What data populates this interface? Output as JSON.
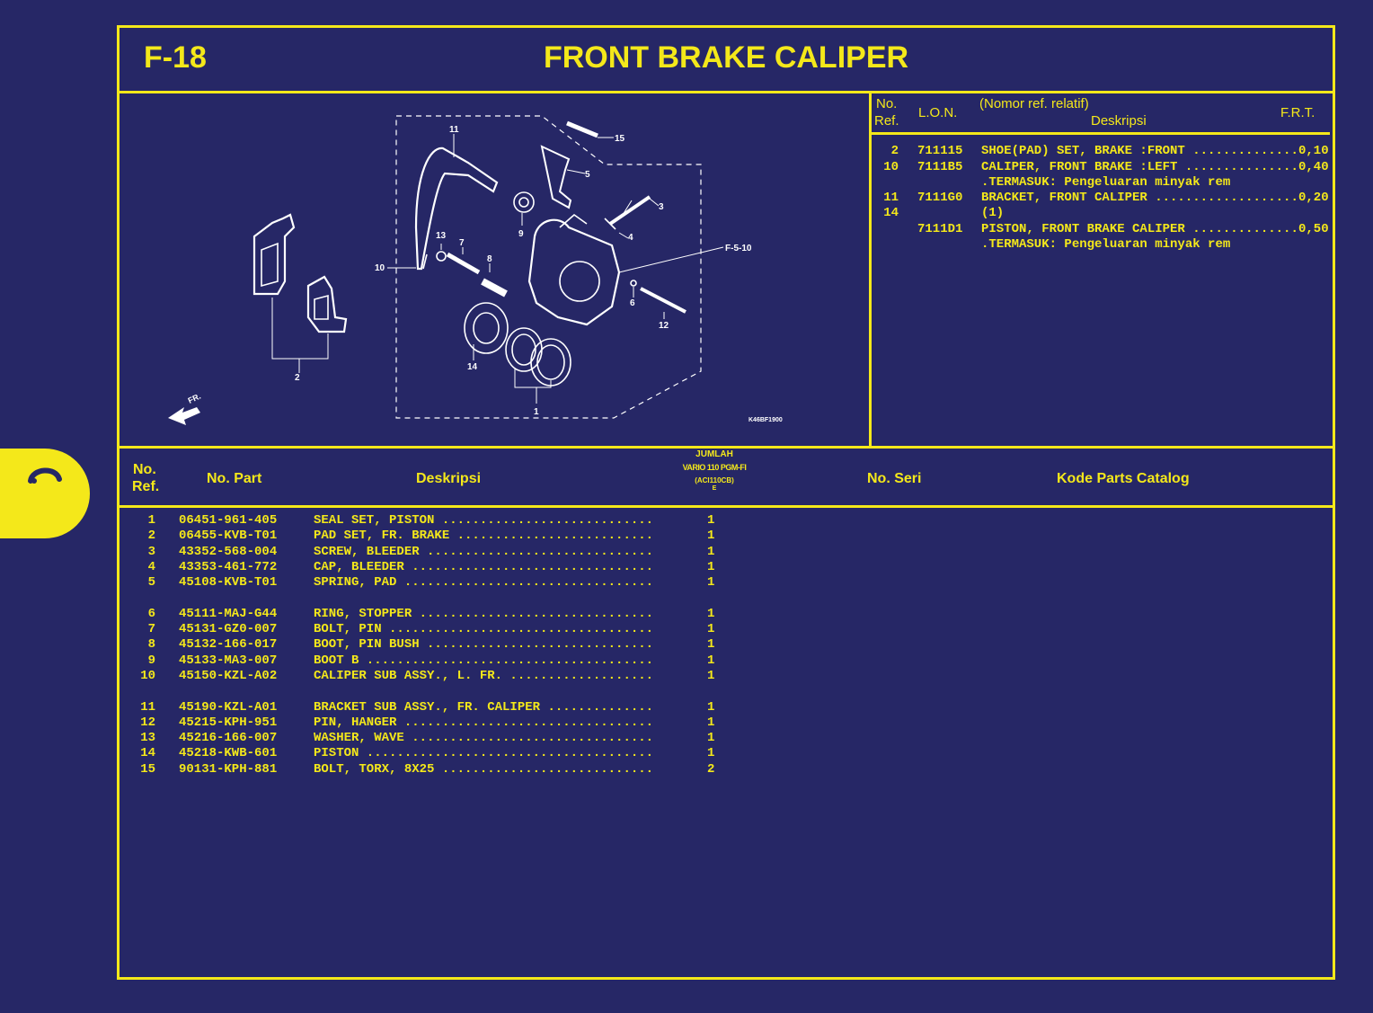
{
  "header": {
    "page_code": "F-18",
    "title": "FRONT BRAKE CALIPER"
  },
  "diagram": {
    "callouts": [
      "11",
      "15",
      "5",
      "3",
      "4",
      "F-5-10",
      "13",
      "7",
      "9",
      "8",
      "10",
      "6",
      "12",
      "2",
      "14",
      "1"
    ],
    "fr_label": "FR.",
    "figure_code": "K46BF1900"
  },
  "lon_table": {
    "headers": {
      "no_ref_1": "No.",
      "no_ref_2": "Ref.",
      "lon": "L.O.N.",
      "nomor": "(Nomor ref. relatif)",
      "deskripsi": "Deskripsi",
      "frt": "F.R.T."
    },
    "rows": [
      {
        "ref": "2",
        "lon": "711115",
        "desc": "SHOE(PAD) SET, BRAKE :FRONT ..............",
        "frt": "0,10"
      },
      {
        "ref": "10",
        "lon": "7111B5",
        "desc": "CALIPER, FRONT BRAKE :LEFT ...............",
        "frt": "0,40"
      },
      {
        "ref": "",
        "lon": "",
        "desc": ".TERMASUK: Pengeluaran minyak rem",
        "frt": ""
      },
      {
        "ref": "11",
        "lon": "7111G0",
        "desc": "BRACKET, FRONT CALIPER ...................",
        "frt": "0,20"
      },
      {
        "ref": "14",
        "lon": "",
        "desc": "(1)",
        "frt": ""
      },
      {
        "ref": "",
        "lon": "7111D1",
        "desc": "PISTON, FRONT BRAKE CALIPER ..............",
        "frt": "0,50"
      },
      {
        "ref": "",
        "lon": "",
        "desc": ".TERMASUK: Pengeluaran minyak rem",
        "frt": ""
      }
    ]
  },
  "parts_header": {
    "no_ref_1": "No.",
    "no_ref_2": "Ref.",
    "no_part": "No. Part",
    "deskripsi": "Deskripsi",
    "jumlah": "JUMLAH",
    "model": "VARIO 110 PGM-FI",
    "model_code": "(ACI110CB)",
    "model_marker": "E",
    "no_seri": "No. Seri",
    "kode": "Kode Parts Catalog"
  },
  "parts": [
    [
      {
        "ref": "1",
        "part": "06451-961-405",
        "desc": "SEAL SET, PISTON ............................",
        "qty": "1"
      },
      {
        "ref": "2",
        "part": "06455-KVB-T01",
        "desc": "PAD SET, FR. BRAKE ..........................",
        "qty": "1"
      },
      {
        "ref": "3",
        "part": "43352-568-004",
        "desc": "SCREW, BLEEDER ..............................",
        "qty": "1"
      },
      {
        "ref": "4",
        "part": "43353-461-772",
        "desc": "CAP, BLEEDER ................................",
        "qty": "1"
      },
      {
        "ref": "5",
        "part": "45108-KVB-T01",
        "desc": "SPRING, PAD .................................",
        "qty": "1"
      }
    ],
    [
      {
        "ref": "6",
        "part": "45111-MAJ-G44",
        "desc": "RING, STOPPER ...............................",
        "qty": "1"
      },
      {
        "ref": "7",
        "part": "45131-GZ0-007",
        "desc": "BOLT, PIN ...................................",
        "qty": "1"
      },
      {
        "ref": "8",
        "part": "45132-166-017",
        "desc": "BOOT, PIN BUSH ..............................",
        "qty": "1"
      },
      {
        "ref": "9",
        "part": "45133-MA3-007",
        "desc": "BOOT B ......................................",
        "qty": "1"
      },
      {
        "ref": "10",
        "part": "45150-KZL-A02",
        "desc": "CALIPER SUB ASSY., L. FR. ...................",
        "qty": "1"
      }
    ],
    [
      {
        "ref": "11",
        "part": "45190-KZL-A01",
        "desc": "BRACKET SUB ASSY., FR. CALIPER ..............",
        "qty": "1"
      },
      {
        "ref": "12",
        "part": "45215-KPH-951",
        "desc": "PIN, HANGER .................................",
        "qty": "1"
      },
      {
        "ref": "13",
        "part": "45216-166-007",
        "desc": "WASHER, WAVE ................................",
        "qty": "1"
      },
      {
        "ref": "14",
        "part": "45218-KWB-601",
        "desc": "PISTON ......................................",
        "qty": "1"
      },
      {
        "ref": "15",
        "part": "90131-KPH-881",
        "desc": "BOLT, TORX, 8X25 ............................",
        "qty": "2"
      }
    ]
  ],
  "colors": {
    "background": "#262766",
    "accent": "#f4e81a",
    "drawing": "#ffffff"
  },
  "side_tab_icon": "brake-caliper-icon"
}
